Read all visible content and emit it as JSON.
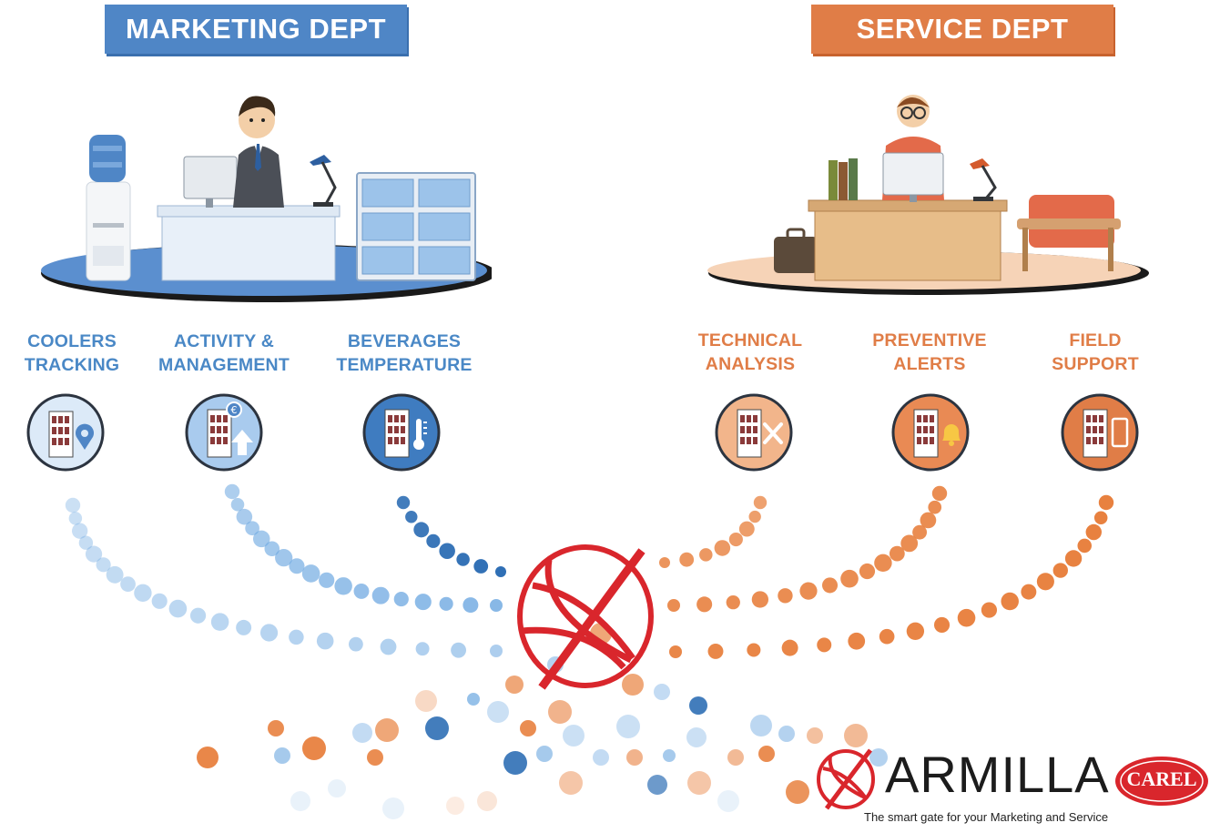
{
  "departments": {
    "marketing": {
      "title": "MARKETING DEPT",
      "color": "#4f86c6"
    },
    "service": {
      "title": "SERVICE DEPT",
      "color": "#e07d47"
    }
  },
  "features": {
    "coolers_tracking": {
      "label": "COOLERS\nTRACKING",
      "icon": "location-pin-icon"
    },
    "activity_management": {
      "label": "ACTIVITY &\nMANAGEMENT",
      "icon": "euro-upload-icon"
    },
    "beverages_temperature": {
      "label": "BEVERAGES\nTEMPERATURE",
      "icon": "thermometer-icon"
    },
    "technical_analysis": {
      "label": "TECHNICAL\nANALYSIS",
      "icon": "tools-icon"
    },
    "preventive_alerts": {
      "label": "PREVENTIVE\nALERTS",
      "icon": "bell-icon"
    },
    "field_support": {
      "label": "FIELD\nSUPPORT",
      "icon": "smartphone-icon"
    }
  },
  "brand": {
    "name": "ARMILLA",
    "tagline": "The smart gate for your Marketing and Service",
    "partner": "CAREL",
    "accent": "#d9262c"
  }
}
